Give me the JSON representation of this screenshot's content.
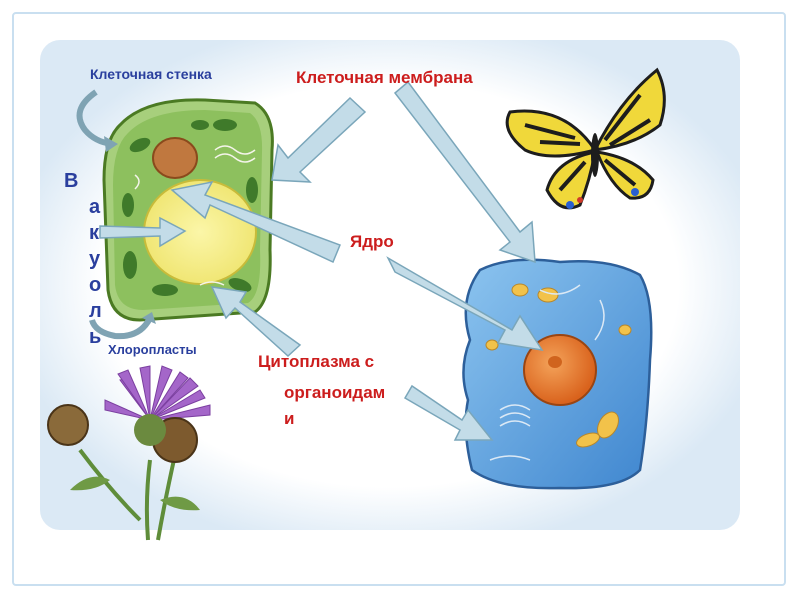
{
  "labels": {
    "cell_wall": "Клеточная стенка",
    "cell_membrane": "Клеточная мембрана",
    "nucleus": "Ядро",
    "chloroplasts": "Хлоропласты",
    "cytoplasm_line1": "Цитоплазма с",
    "cytoplasm_line2": "органоидам",
    "cytoplasm_line3": "и",
    "vacuole_letters": [
      "В",
      "а",
      "к",
      "у",
      "о",
      "л",
      "ь"
    ]
  },
  "colors": {
    "label_blue": "#2a3f9e",
    "label_red": "#cc1d1d",
    "arrow_fill": "#c3dce8",
    "plant_cell": "#7fb24a",
    "animal_cell": "#5b9fd8",
    "nucleus": "#e8832a"
  },
  "icons": [
    "butterfly-icon",
    "cornflower-icon"
  ]
}
